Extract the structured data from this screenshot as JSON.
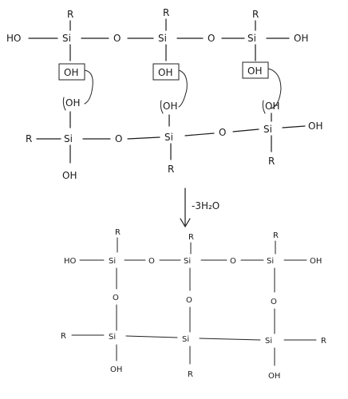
{
  "reaction": {
    "silicon": "Si",
    "oxygen": "O",
    "organic_group": "R",
    "hydroxyl_left": "HO",
    "hydroxyl_right": "OH",
    "condensation_label": "-3H₂O"
  },
  "reactant": {
    "top_chain": [
      "HO",
      "Si",
      "O",
      "Si",
      "O",
      "Si",
      "OH"
    ],
    "top_R": [
      "R",
      "R",
      "R"
    ],
    "bridging_hydroxyls_upper": [
      "OH",
      "OH",
      "OH"
    ],
    "bridging_hydroxyls_lower": [
      "OH",
      "OH",
      "OH"
    ],
    "bottom_chain": [
      "R",
      "Si",
      "O",
      "Si",
      "O",
      "Si",
      "OH"
    ],
    "bottom_subst": [
      "OH",
      "R",
      "R"
    ]
  },
  "product": {
    "top_chain": [
      "HO",
      "Si",
      "O",
      "Si",
      "O",
      "Si",
      "OH"
    ],
    "top_R": [
      "R",
      "R",
      "R"
    ],
    "bridges": [
      "O",
      "O",
      "O"
    ],
    "bottom_chain": [
      "R",
      "Si",
      "Si",
      "Si",
      "R"
    ],
    "bottom_subst": [
      "OH",
      "R",
      "OH"
    ]
  }
}
